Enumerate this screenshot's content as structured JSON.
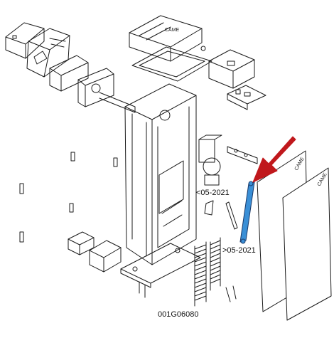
{
  "diagram": {
    "labels": {
      "old_version": "<05-2021",
      "new_version": ">05-2021",
      "spring_code": "001G06080"
    },
    "colors": {
      "line": "#1a1a1a",
      "highlight_part": "#3a8fd6",
      "arrow": "#c0181c"
    },
    "icons": {
      "arrow": "arrow-pointer-icon"
    }
  }
}
